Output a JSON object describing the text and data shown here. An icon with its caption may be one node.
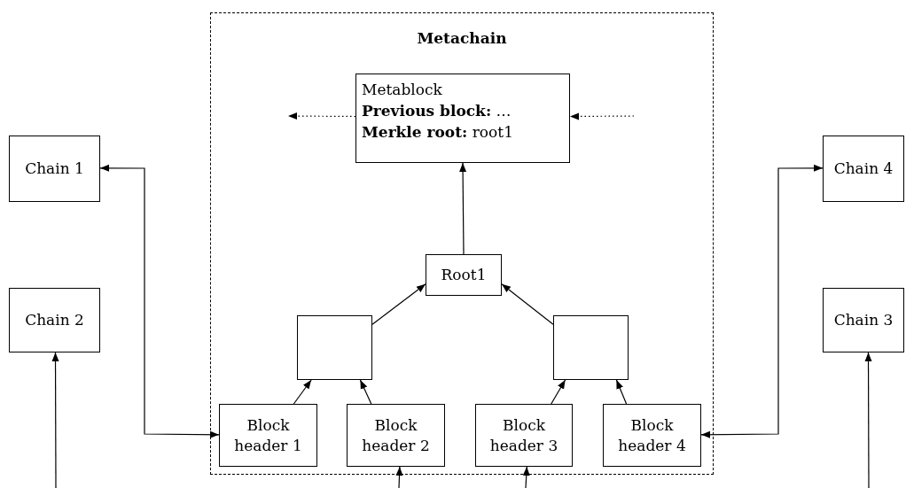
{
  "diagram": {
    "nodes": [
      {
        "text": [
          "Metachain"
        ]
      },
      {
        "text": [
          "Metablock",
          "**Previous block:** …",
          "**Merkle root:** root1"
        ],
        "in": 0
      },
      {
        "text": [
          "Root1"
        ],
        "in": 0
      },
      {
        "text": [],
        "shape": "box",
        "in": 0
      },
      {
        "text": [],
        "shape": "box",
        "in": 0
      },
      {
        "text": [
          "Block header 1"
        ],
        "in": 0
      },
      {
        "text": [
          "Block header 2"
        ],
        "in": 0
      },
      {
        "text": [
          "Block header 3"
        ],
        "in": 0
      },
      {
        "text": [
          "Block header 4"
        ],
        "in": 0
      },
      {
        "text": [
          "Chain 1"
        ]
      },
      {
        "text": [
          "Chain 4"
        ]
      },
      {
        "text": [
          "Chain 2"
        ]
      },
      {
        "text": [
          "Chain 3"
        ]
      }
    ],
    "edges": [
      {
        "from": 5,
        "to": 3,
        "arrow": "to"
      },
      {
        "from": 6,
        "to": 3,
        "arrow": "to"
      },
      {
        "from": 7,
        "to": 4,
        "arrow": "to"
      },
      {
        "from": 8,
        "to": 4,
        "arrow": "to"
      },
      {
        "from": 3,
        "to": 2,
        "arrow": "to"
      },
      {
        "from": 4,
        "to": 2,
        "arrow": "to"
      },
      {
        "from": 2,
        "to": 1,
        "arrow": "to"
      },
      {
        "from": 1,
        "to": null,
        "arrow": "to",
        "style": "dashed"
      },
      {
        "from": null,
        "to": 1,
        "arrow": "to",
        "style": "dashed"
      },
      {
        "from": 5,
        "to": 9,
        "arrow": "both"
      },
      {
        "from": 8,
        "to": 10,
        "arrow": "both"
      },
      {
        "from": null,
        "to": 11,
        "arrow": "to"
      },
      {
        "from": null,
        "to": 12,
        "arrow": "to"
      },
      {
        "from": null,
        "to": 6,
        "arrow": "to"
      },
      {
        "from": null,
        "to": 7,
        "arrow": "to"
      }
    ]
  }
}
